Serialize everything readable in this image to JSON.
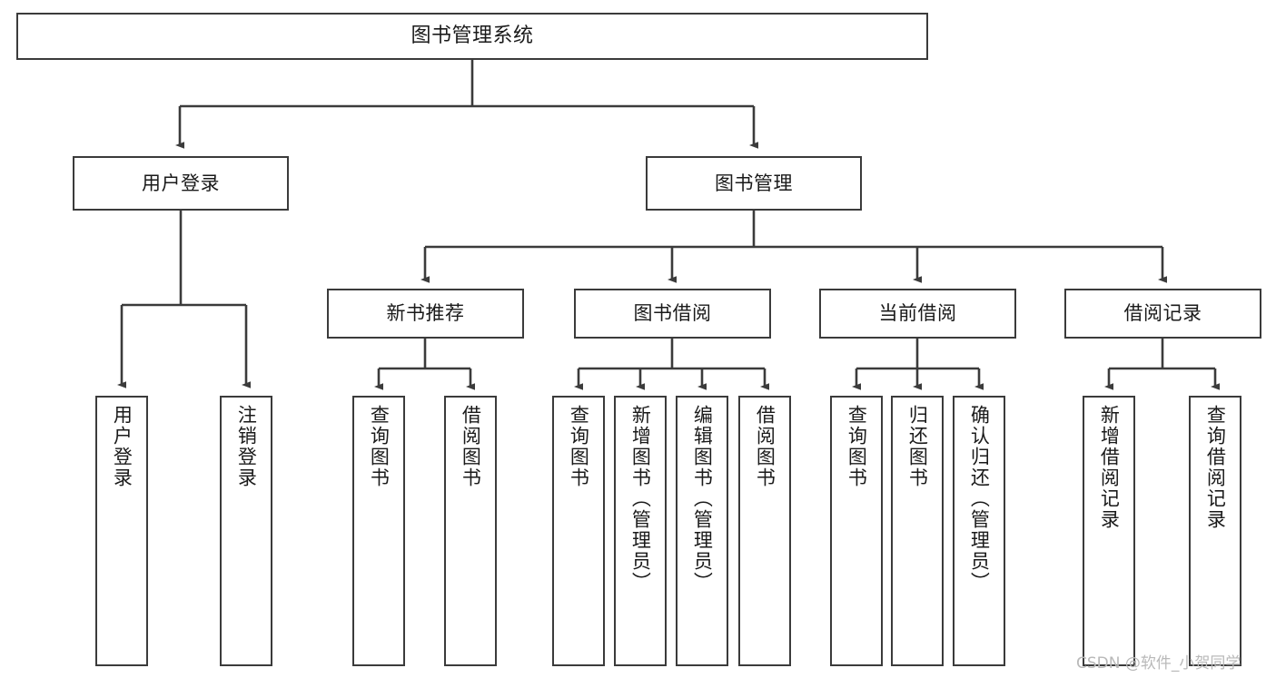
{
  "diagram": {
    "title": "图书管理系统",
    "watermark": "CSDN @软件_小贺同学",
    "colors": {
      "stroke": "#3b3b3b",
      "background": "#ffffff",
      "text": "#1a1a1a",
      "watermark": "#b9b9b9"
    },
    "nodes": {
      "root": {
        "label": "图书管理系统"
      },
      "level1": [
        {
          "label": "用户登录"
        },
        {
          "label": "图书管理"
        }
      ],
      "level2": [
        {
          "label": "新书推荐"
        },
        {
          "label": "图书借阅"
        },
        {
          "label": "当前借阅"
        },
        {
          "label": "借阅记录"
        }
      ],
      "leaves": {
        "user_login": [
          {
            "label": "用户登录"
          },
          {
            "label": "注销登录"
          }
        ],
        "new_book_recommend": [
          {
            "label": "查询图书"
          },
          {
            "label": "借阅图书"
          }
        ],
        "book_borrow": [
          {
            "label": "查询图书"
          },
          {
            "label": "新增图书（管理员）"
          },
          {
            "label": "编辑图书（管理员）"
          },
          {
            "label": "借阅图书"
          }
        ],
        "current_borrow": [
          {
            "label": "查询图书"
          },
          {
            "label": "归还图书"
          },
          {
            "label": "确认归还（管理员）"
          }
        ],
        "borrow_records": [
          {
            "label": "新增借阅记录"
          },
          {
            "label": "查询借阅记录"
          }
        ]
      }
    }
  }
}
